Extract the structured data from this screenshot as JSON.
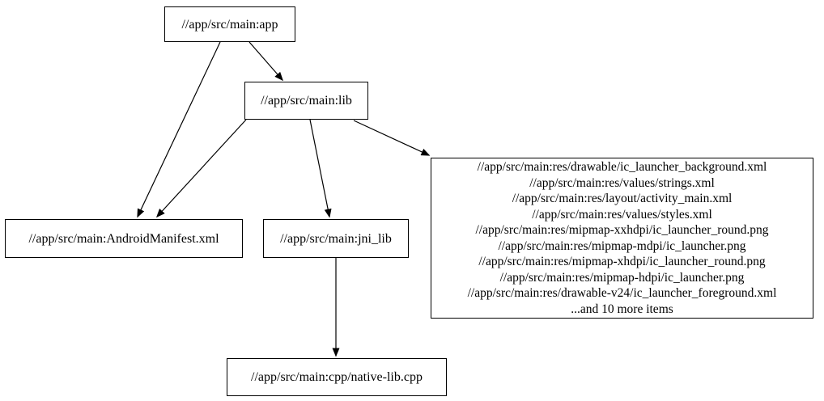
{
  "diagram": {
    "background": "#ffffff",
    "node_border_color": "#000000",
    "text_color": "#000000",
    "nodes": {
      "app": {
        "label": "//app/src/main:app"
      },
      "lib": {
        "label": "//app/src/main:lib"
      },
      "manifest": {
        "label": "//app/src/main:AndroidManifest.xml"
      },
      "jni_lib": {
        "label": "//app/src/main:jni_lib"
      },
      "res_group": {
        "lines": [
          "//app/src/main:res/drawable/ic_launcher_background.xml",
          "//app/src/main:res/values/strings.xml",
          "//app/src/main:res/layout/activity_main.xml",
          "//app/src/main:res/values/styles.xml",
          "//app/src/main:res/mipmap-xxhdpi/ic_launcher_round.png",
          "//app/src/main:res/mipmap-mdpi/ic_launcher.png",
          "//app/src/main:res/mipmap-xhdpi/ic_launcher_round.png",
          "//app/src/main:res/mipmap-hdpi/ic_launcher.png",
          "//app/src/main:res/drawable-v24/ic_launcher_foreground.xml",
          "...and 10 more items"
        ]
      },
      "native_cpp": {
        "label": "//app/src/main:cpp/native-lib.cpp"
      }
    },
    "edges": [
      {
        "from": "//app/src/main:app",
        "to": "//app/src/main:AndroidManifest.xml"
      },
      {
        "from": "//app/src/main:app",
        "to": "//app/src/main:lib"
      },
      {
        "from": "//app/src/main:lib",
        "to": "//app/src/main:AndroidManifest.xml"
      },
      {
        "from": "//app/src/main:lib",
        "to": "//app/src/main:jni_lib"
      },
      {
        "from": "//app/src/main:lib",
        "to": "//app/src/main:res file group"
      },
      {
        "from": "//app/src/main:jni_lib",
        "to": "//app/src/main:cpp/native-lib.cpp"
      }
    ]
  }
}
